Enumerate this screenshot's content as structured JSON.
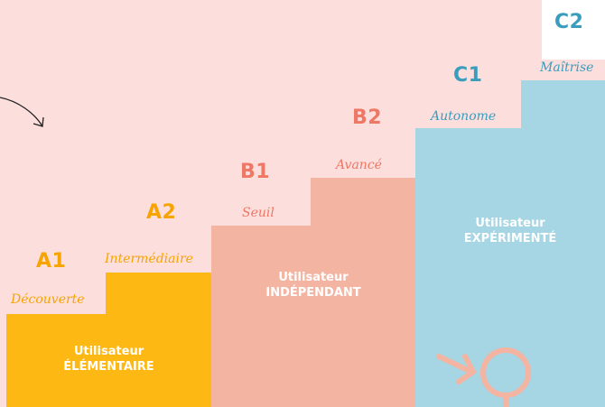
{
  "colors": {
    "background": "#fcdedd",
    "elementary": "#fdb813",
    "independent": "#f4b4a2",
    "experienced": "#a6d5e4",
    "a_level": "#f7a400",
    "b_level": "#ee7765",
    "c_level": "#3a9dbd"
  },
  "levels": [
    {
      "code": "A1",
      "label": "Découverte"
    },
    {
      "code": "A2",
      "label": "Intermédiaire"
    },
    {
      "code": "B1",
      "label": "Seuil"
    },
    {
      "code": "B2",
      "label": "Avancé"
    },
    {
      "code": "C1",
      "label": "Autonome"
    },
    {
      "code": "C2",
      "label": "Maîtrise"
    }
  ],
  "groups": [
    {
      "line1": "Utilisateur",
      "line2": "ÉLÉMENTAIRE"
    },
    {
      "line1": "Utilisateur",
      "line2": "INDÉPENDANT"
    },
    {
      "line1": "Utilisateur",
      "line2": "EXPÉRIMENTÉ"
    }
  ],
  "icons": [
    "curved-arrow-icon",
    "arrow-magnifier-icon"
  ]
}
